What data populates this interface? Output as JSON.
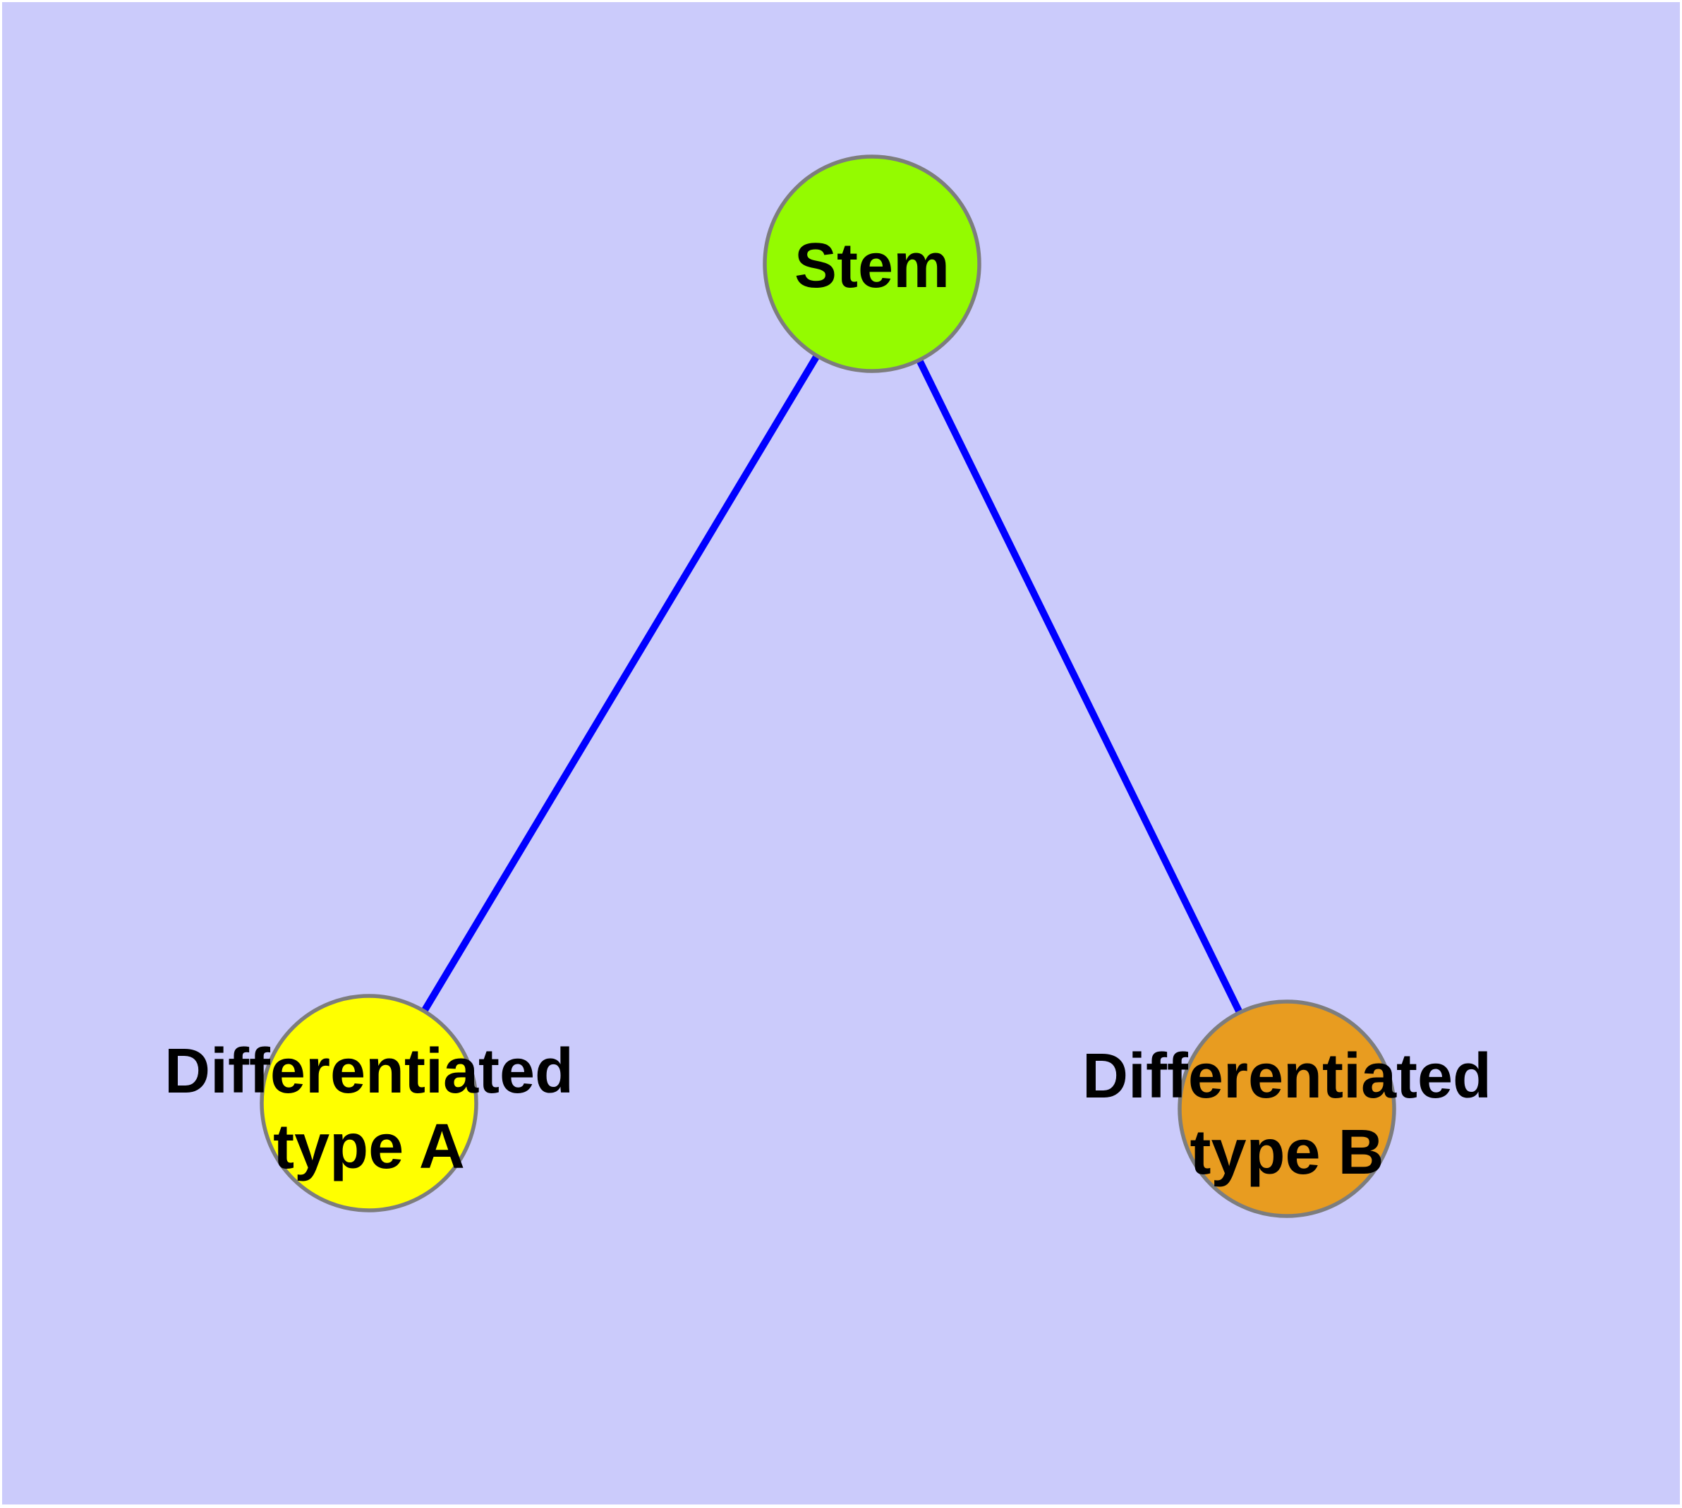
{
  "diagram": {
    "description": "Stem cell differentiation graph",
    "colors": {
      "page_margin": "#ffffff",
      "background": "#cbcbfb",
      "edge": "#0000ff",
      "node_border": "#7d7d7d",
      "label_text": "#000000"
    },
    "nodes": [
      {
        "id": "stem",
        "label": "Stem",
        "lines": [
          "Stem"
        ],
        "fill": "#94fb00"
      },
      {
        "id": "type-a",
        "label": "Differentiated type A",
        "lines": [
          "Differentiated",
          "type A"
        ],
        "fill": "#ffff00"
      },
      {
        "id": "type-b",
        "label": "Differentiated type B",
        "lines": [
          "Differentiated",
          "type B"
        ],
        "fill": "#e89c20"
      }
    ],
    "edges": [
      {
        "from": "Stem",
        "to": "Differentiated type A"
      },
      {
        "from": "Stem",
        "to": "Differentiated type B"
      }
    ]
  }
}
